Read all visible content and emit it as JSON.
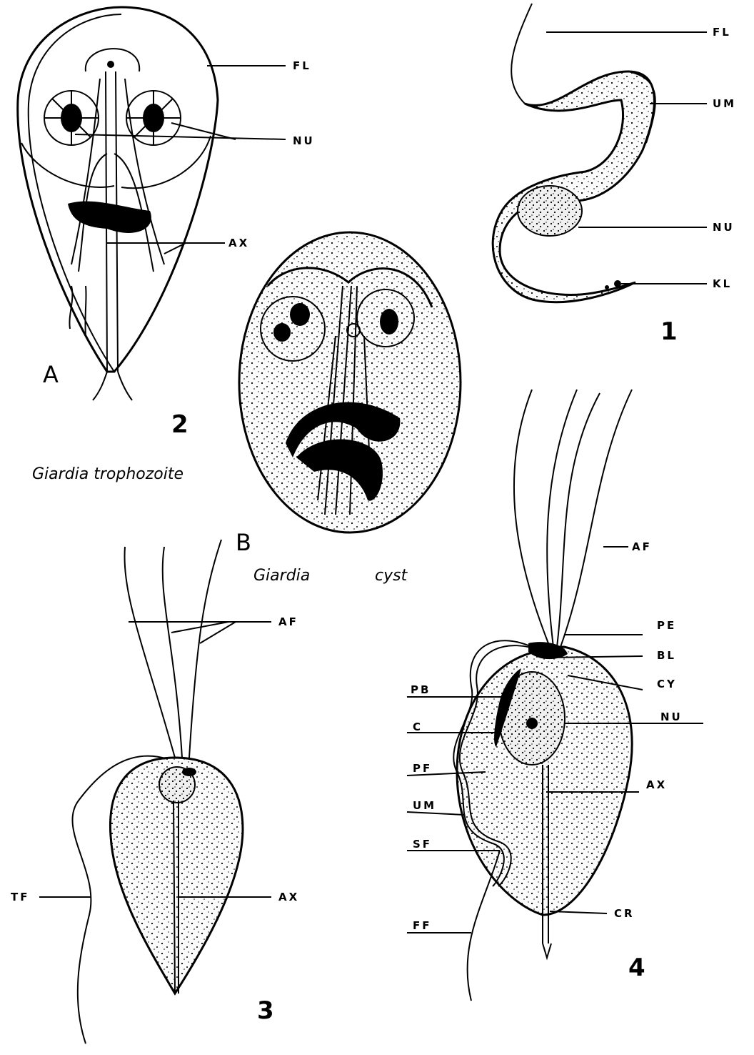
{
  "figures": {
    "fig1": {
      "number": "1",
      "labels": {
        "fl": "FL",
        "um": "UM",
        "nu": "NU",
        "kl": "KL"
      }
    },
    "fig2": {
      "number": "2",
      "part_a": "A",
      "part_b": "B",
      "caption_a": "Giardia trophozoite",
      "caption_b_genus": "Giardia",
      "caption_b_stage": "cyst",
      "labels": {
        "fl": "FL",
        "nu": "NU",
        "ax": "AX"
      }
    },
    "fig3": {
      "number": "3",
      "labels": {
        "af": "AF",
        "tf": "TF",
        "ax": "AX"
      }
    },
    "fig4": {
      "number": "4",
      "labels": {
        "af": "AF",
        "pe": "PE",
        "bl": "BL",
        "pb": "PB",
        "cy": "CY",
        "nu": "NU",
        "c": "C",
        "pf": "PF",
        "ax": "AX",
        "um": "UM",
        "sf": "SF",
        "cr": "CR",
        "ff": "FF"
      }
    }
  }
}
